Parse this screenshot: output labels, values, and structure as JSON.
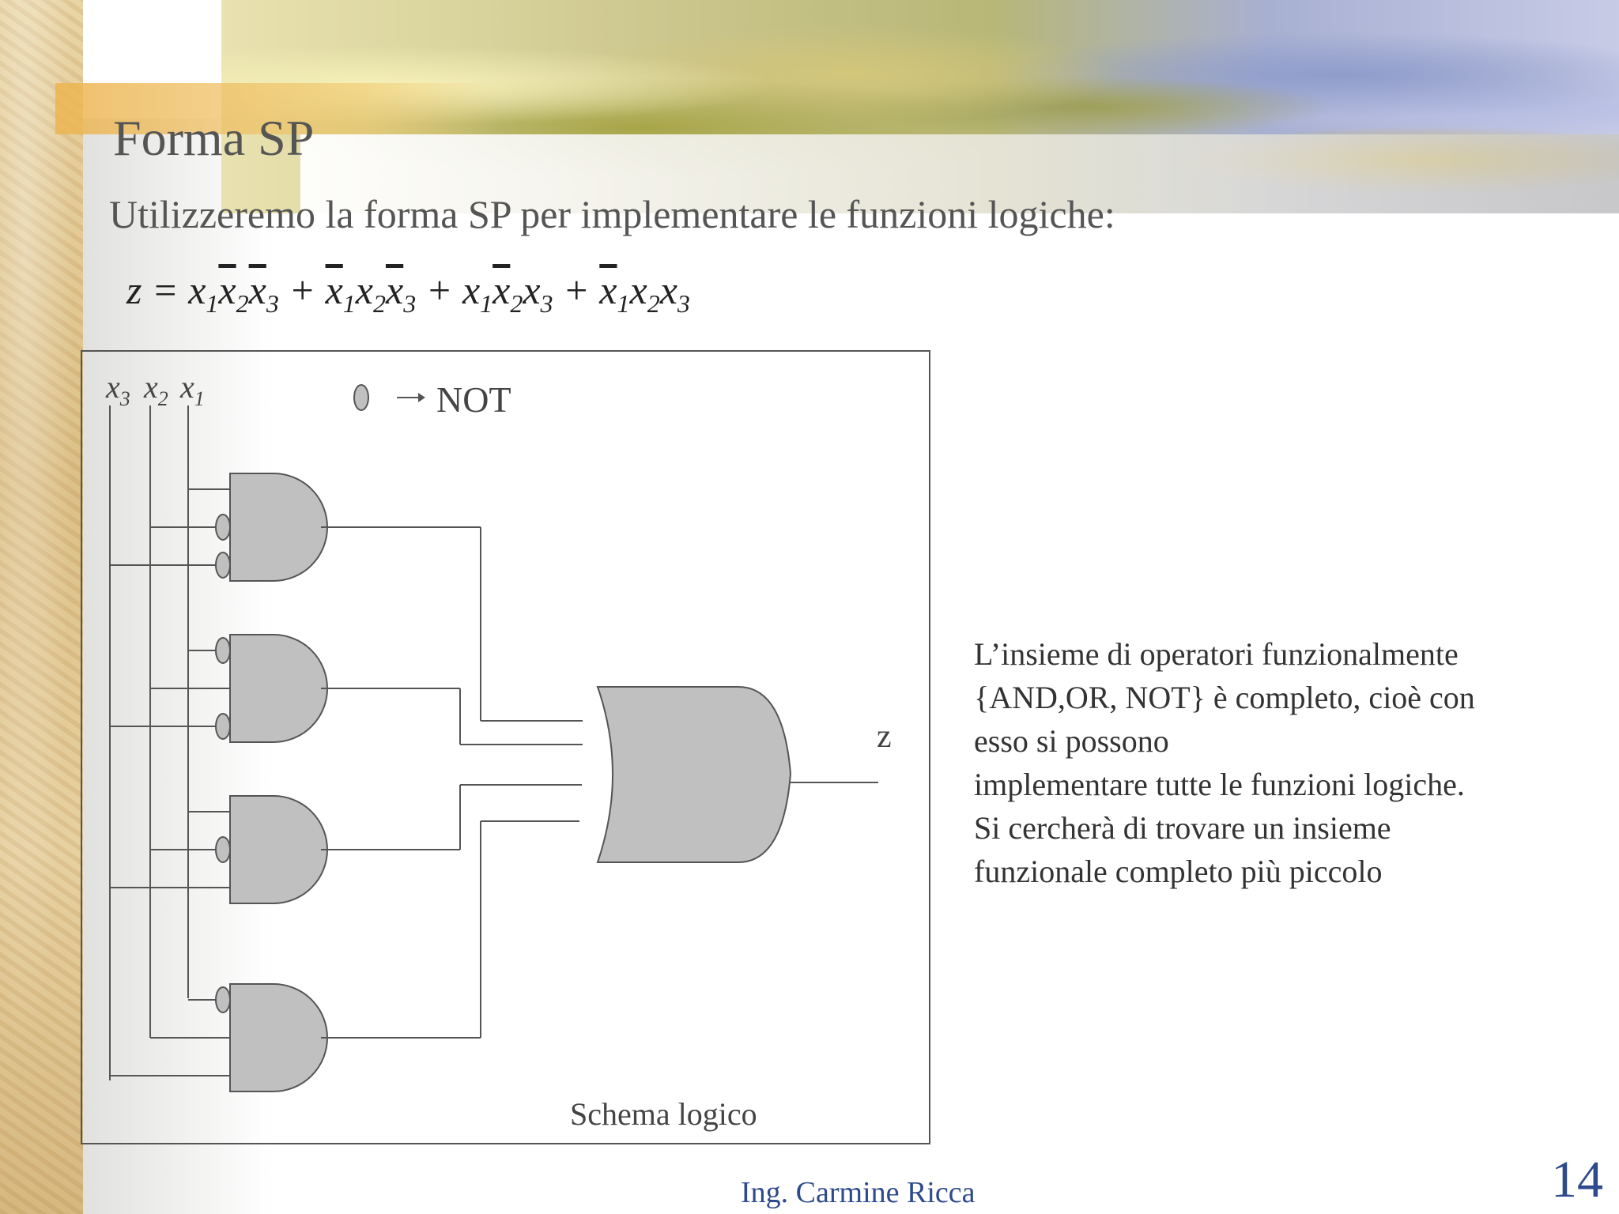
{
  "slide": {
    "title": "Forma SP",
    "subtitle": "Utilizzeremo la forma SP per implementare le funzioni logiche:",
    "formula": {
      "lhs": "z",
      "terms": [
        [
          {
            "var": "x",
            "idx": "1",
            "neg": false
          },
          {
            "var": "x",
            "idx": "2",
            "neg": true
          },
          {
            "var": "x",
            "idx": "3",
            "neg": true
          }
        ],
        [
          {
            "var": "x",
            "idx": "1",
            "neg": true
          },
          {
            "var": "x",
            "idx": "2",
            "neg": false
          },
          {
            "var": "x",
            "idx": "3",
            "neg": true
          }
        ],
        [
          {
            "var": "x",
            "idx": "1",
            "neg": false
          },
          {
            "var": "x",
            "idx": "2",
            "neg": true
          },
          {
            "var": "x",
            "idx": "3",
            "neg": false
          }
        ],
        [
          {
            "var": "x",
            "idx": "1",
            "neg": true
          },
          {
            "var": "x",
            "idx": "2",
            "neg": false
          },
          {
            "var": "x",
            "idx": "3",
            "neg": false
          }
        ]
      ]
    },
    "diagram": {
      "input_labels": [
        {
          "var": "x",
          "idx": "3"
        },
        {
          "var": "x",
          "idx": "2"
        },
        {
          "var": "x",
          "idx": "1"
        }
      ],
      "legend_label": "NOT",
      "output_label": "z",
      "caption": "Schema logico"
    },
    "side_text": [
      "L’insieme di operatori funzionalmente",
      "{AND,OR, NOT} è completo, cioè con",
      "esso si possono",
      " implementare tutte le funzioni logiche.",
      "Si cercherà di trovare un insieme",
      "funzionale completo più piccolo"
    ],
    "footer": {
      "author": "Ing. Carmine Ricca",
      "page_number": "14"
    },
    "colors": {
      "title": "#555555",
      "footer": "#2e4a8c",
      "gate_fill": "#c0c0c0",
      "wire": "#555555"
    }
  }
}
